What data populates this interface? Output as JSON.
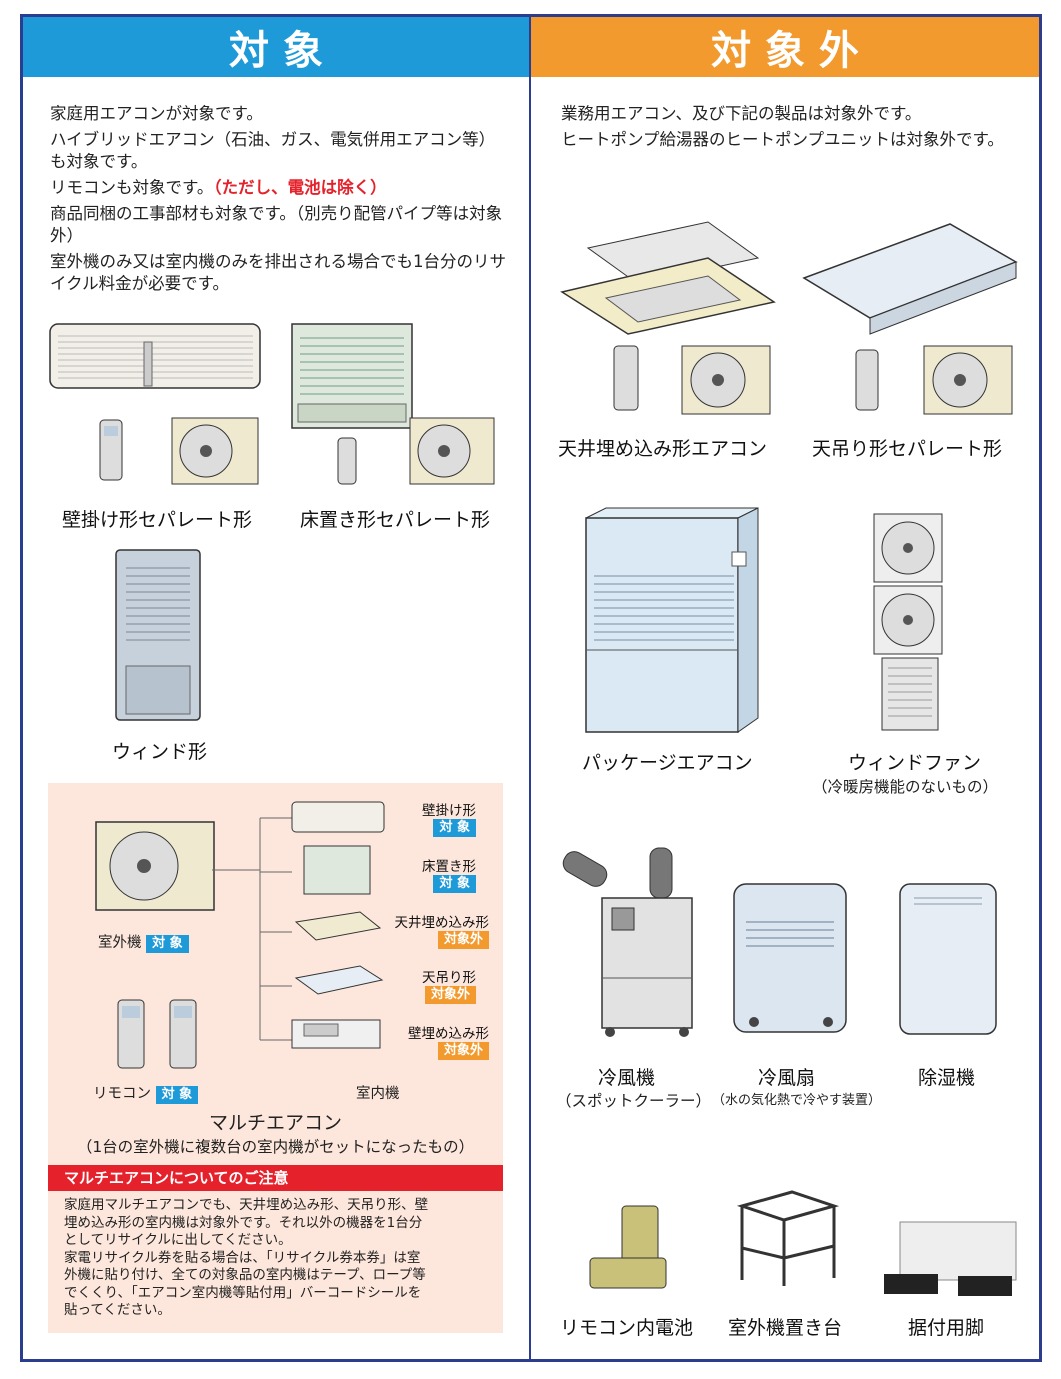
{
  "header": {
    "left_title": "対 象",
    "right_title": "対 象 外"
  },
  "left": {
    "paragraphs": [
      "家庭用エアコンが対象です。",
      "ハイブリッドエアコン（石油、ガス、電気併用エアコン等）も対象です。",
      "商品同梱の工事部材も対象です。（別売り配管パイプ等は対象外）",
      "室外機のみ又は室内機のみを排出される場合でも1台分のリサイクル料金が必要です。"
    ],
    "remote_line": "リモコンも対象です。",
    "remote_note": "（ただし、電池は除く）",
    "captions": {
      "wall": "壁掛け形セパレート形",
      "floor": "床置き形セパレート形",
      "window": "ウィンド形"
    }
  },
  "multi": {
    "outdoor_label": "室外機",
    "remote_label": "リモコン",
    "indoor_label": "室内機",
    "tag_target": "対 象",
    "tag_excluded": "対象外",
    "units": [
      {
        "name": "壁掛け形",
        "tag": "対 象"
      },
      {
        "name": "床置き形",
        "tag": "対 象"
      },
      {
        "name": "天井埋め込み形",
        "tag": "対象外"
      },
      {
        "name": "天吊り形",
        "tag": "対象外"
      },
      {
        "name": "壁埋め込み形",
        "tag": "対象外"
      }
    ],
    "title": "マルチエアコン",
    "subtitle": "（1台の室外機に複数台の室内機がセットになったもの）",
    "notice_title": "マルチエアコンについてのご注意",
    "notice_lines": [
      "家庭用マルチエアコンでも、天井埋め込み形、天吊り形、壁",
      "埋め込み形の室内機は対象外です。それ以外の機器を1台分",
      "としてリサイクルに出してください。",
      "家電リサイクル券を貼る場合は、「リサイクル券本券」は室",
      "外機に貼り付け、全ての対象品の室内機はテープ、ロープ等",
      "でくくり、「エアコン室内機等貼付用」バーコードシールを",
      "貼ってください。"
    ]
  },
  "right": {
    "paragraphs": [
      "業務用エアコン、及び下記の製品は対象外です。",
      "ヒートポンプ給湯器のヒートポンプユニットは対象外です。"
    ],
    "captions": {
      "ceiling_embedded": "天井埋め込み形エアコン",
      "ceiling_suspended": "天吊り形セパレート形",
      "package": "パッケージエアコン",
      "window_fan": "ウィンドファン",
      "window_fan_note": "（冷暖房機能のないもの）",
      "spot_cooler": "冷風機",
      "spot_cooler_note": "（スポットクーラー）",
      "cool_fan": "冷風扇",
      "cool_fan_note": "（水の気化熱で冷やす装置）",
      "dehumidifier": "除湿機",
      "battery": "リモコン内電池",
      "outdoor_stand": "室外機置き台",
      "mounting_feet": "据付用脚"
    }
  }
}
